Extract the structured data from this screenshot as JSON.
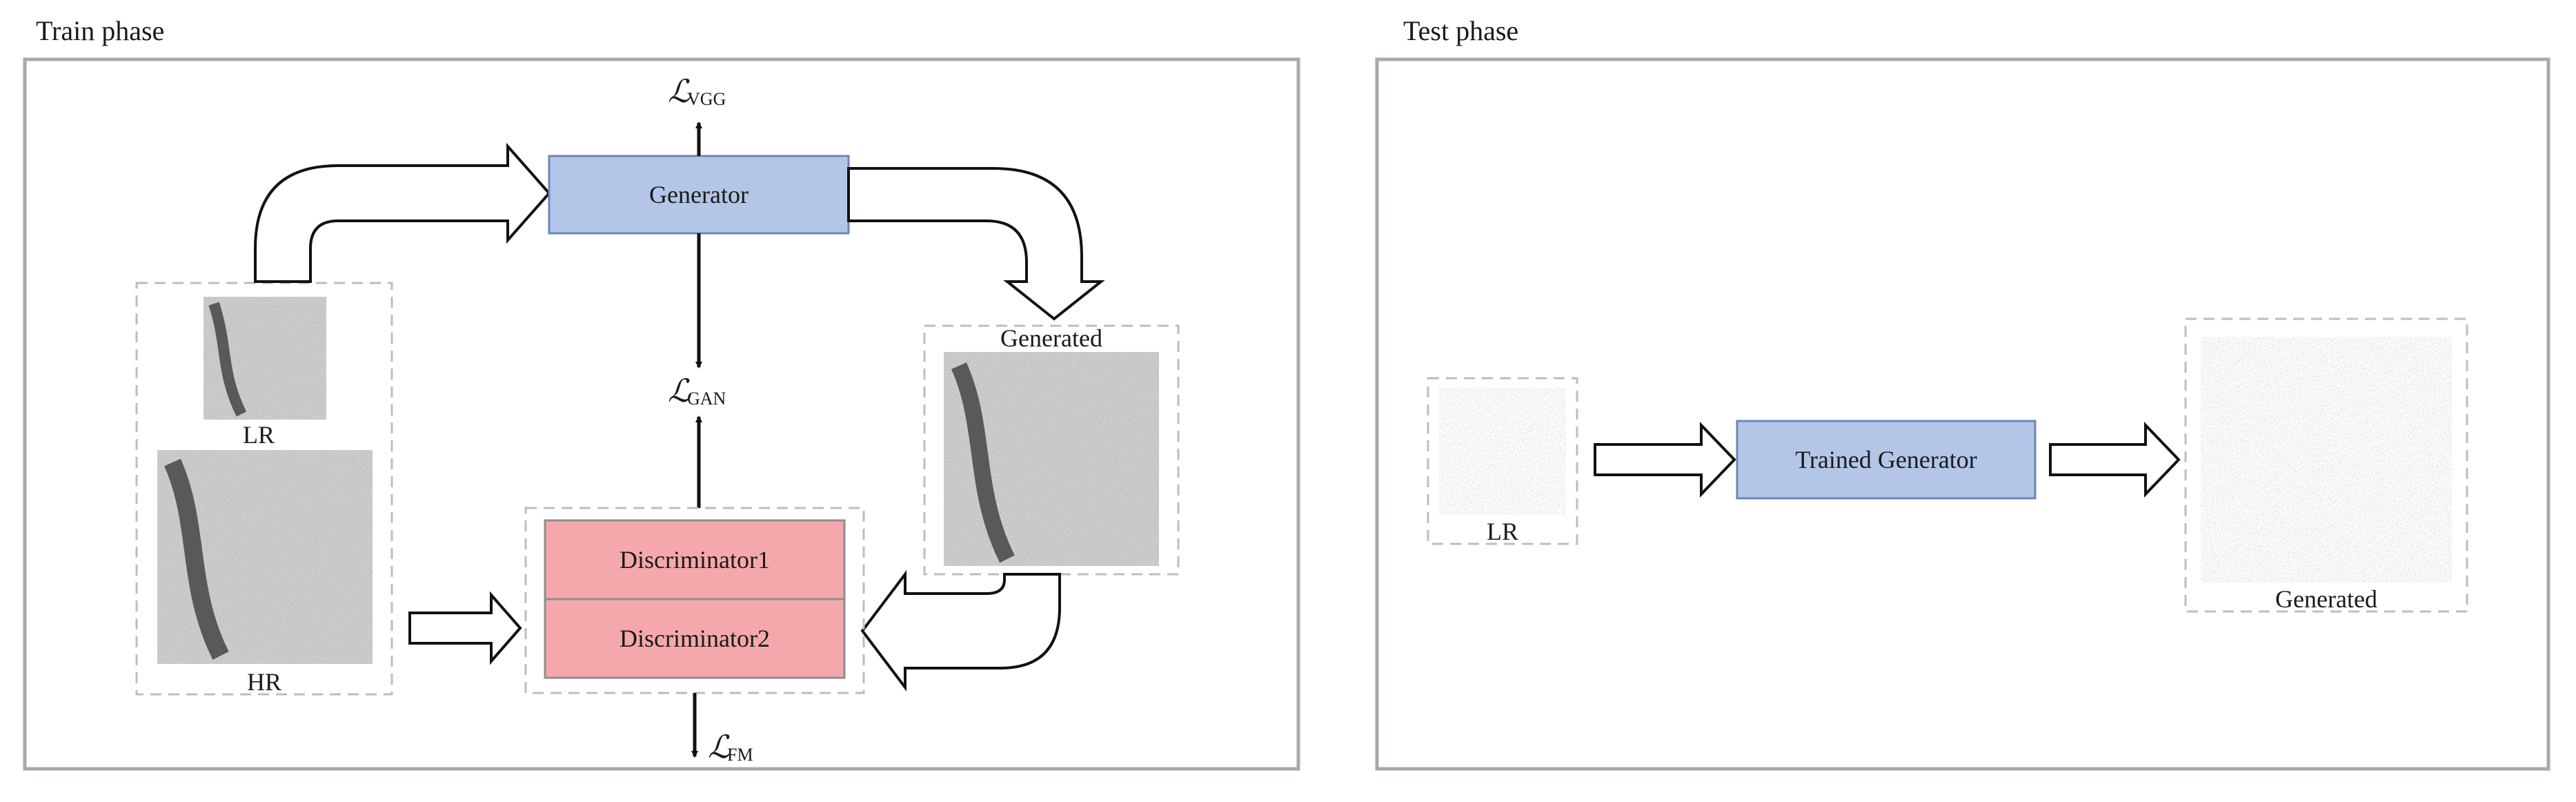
{
  "train_phase": {
    "title": "Train phase",
    "generator_label": "Generator",
    "discriminator1_label": "Discriminator1",
    "discriminator2_label": "Discriminator2",
    "lr_label": "LR",
    "hr_label": "HR",
    "generated_label": "Generated",
    "loss_symbol": "ℒ",
    "loss_vgg_sub": "VGG",
    "loss_gan_sub": "GAN",
    "loss_fm_sub": "FM"
  },
  "test_phase": {
    "title": "Test phase",
    "trained_generator_label": "Trained Generator",
    "lr_label": "LR",
    "generated_label": "Generated"
  },
  "colors": {
    "generator_fill": "#b4c6e7",
    "generator_stroke": "#6b86b8",
    "discriminator_fill": "#f4a8ac",
    "discriminator_stroke": "#8e8e8e",
    "panel_stroke": "#a6a9ad",
    "dashed_stroke": "#bdbdbd"
  }
}
